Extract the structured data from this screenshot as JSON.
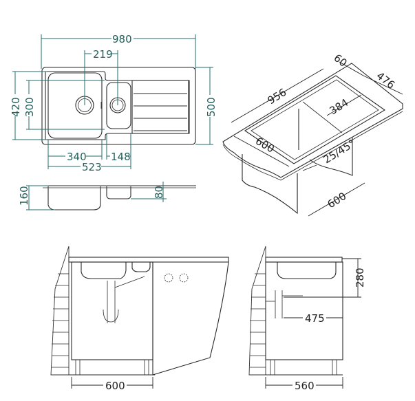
{
  "drawing": {
    "subject": "Inset kitchen sink, 1.5 bowl with drainer — dimensional drawing",
    "units": "mm",
    "colors": {
      "outline": "#2a2a2a",
      "dimension": "#1f6e6a",
      "background": "#ffffff"
    }
  },
  "top_view": {
    "overall_width": "980",
    "bowl_centers": "219",
    "overall_depth_main": "420",
    "bowl_depth": "300",
    "overall_depth": "500",
    "main_bowl_width": "340",
    "small_bowl_width": "148",
    "bowls_total_width": "523"
  },
  "section_view": {
    "main_bowl_depth": "160",
    "small_bowl_depth": "80"
  },
  "isometric_view": {
    "cutout_width": "956",
    "edge_setback": "60",
    "cutout_depth": "476",
    "bowl_width": "384",
    "worktop_depth": "600",
    "worktop_thickness": "25/45°",
    "cabinet_width": "600"
  },
  "front_view": {
    "cabinet_width": "600"
  },
  "side_view": {
    "bowl_depth": "280",
    "drain_offset": "475",
    "cabinet_depth": "560"
  }
}
